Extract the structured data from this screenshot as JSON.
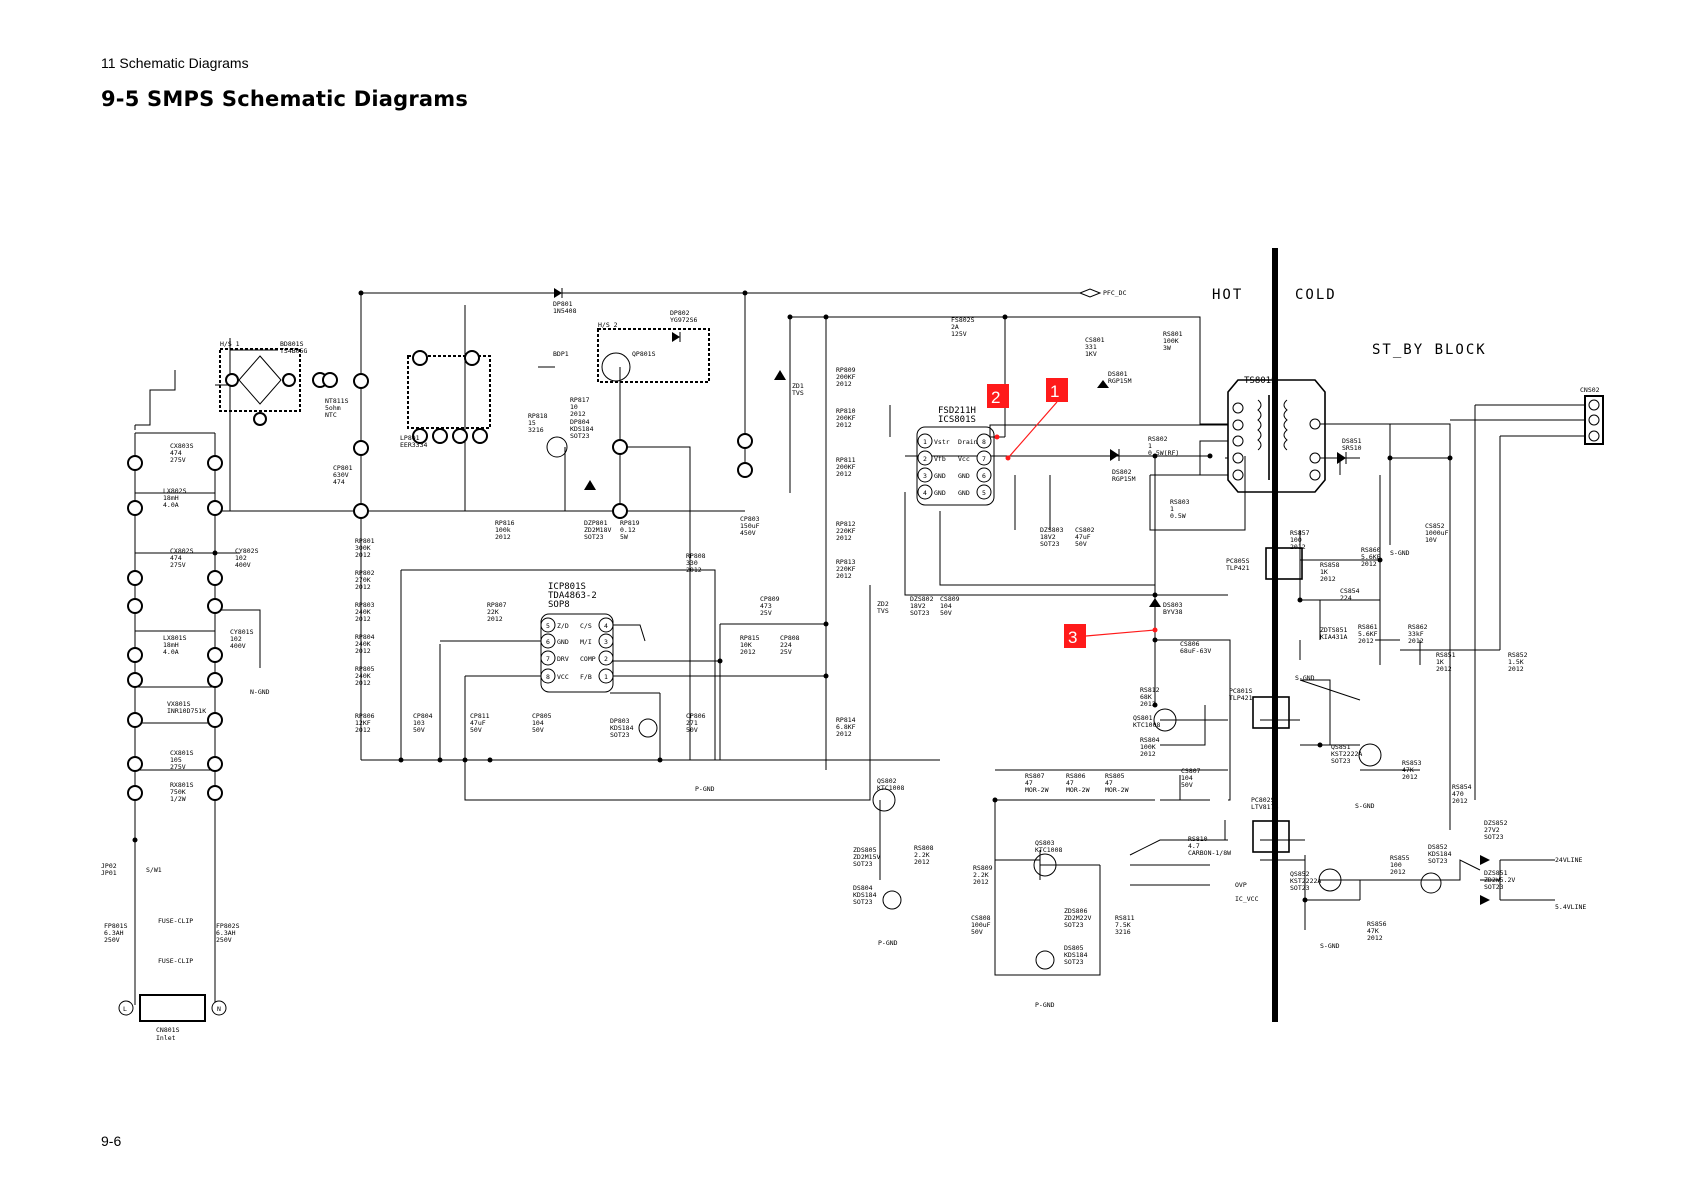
{
  "header": {
    "section": "11 Schematic Diagrams",
    "title": "9-5 SMPS Schematic Diagrams"
  },
  "footer": {
    "page": "9-6"
  },
  "blocks": {
    "hot": "HOT",
    "cold": "COLD",
    "standby": "ST_BY BLOCK"
  },
  "markers": [
    "1",
    "2",
    "3"
  ],
  "colors": {
    "marker": "#ff1a1a",
    "ink": "#000000"
  },
  "ics": {
    "pwm": {
      "part": "FSD211H",
      "ref": "ICS801S",
      "pins": [
        {
          "n": "1",
          "name": "Vstr"
        },
        {
          "n": "2",
          "name": "Vfb"
        },
        {
          "n": "3",
          "name": "GND"
        },
        {
          "n": "4",
          "name": "GND"
        },
        {
          "n": "8",
          "name": "Drain"
        },
        {
          "n": "7",
          "name": "Vcc"
        },
        {
          "n": "6",
          "name": "GND"
        },
        {
          "n": "5",
          "name": "GND"
        }
      ]
    },
    "pfc": {
      "ref": "ICP801S",
      "part": "TDA4863-2",
      "pkg": "SOP8",
      "pins": [
        {
          "n": "5",
          "name": "Z/D"
        },
        {
          "n": "6",
          "name": "GND"
        },
        {
          "n": "7",
          "name": "DRV"
        },
        {
          "n": "8",
          "name": "VCC"
        },
        {
          "n": "4",
          "name": "C/S"
        },
        {
          "n": "3",
          "name": "M/I"
        },
        {
          "n": "2",
          "name": "COMP"
        },
        {
          "n": "1",
          "name": "F/B"
        }
      ]
    }
  },
  "transformer": {
    "ref": "TS801S"
  },
  "connector_out": {
    "ref": "CNS02"
  },
  "nets": {
    "pfc_dc": "PFC_DC",
    "ovp": "OVP",
    "ic_vcc": "IC_VCC",
    "v24": "24VLINE",
    "v5": "5.4VLINE",
    "pgnd": "P-GND",
    "sgnd": "S-GND",
    "ngnd": "N-GND"
  },
  "inlet": {
    "ref": "CN801S",
    "name": "Inlet",
    "l": "L",
    "n": "N"
  },
  "components": [
    {
      "id": "bd801",
      "lines": [
        "BD801S",
        "TS4B05G"
      ]
    },
    {
      "id": "hs1",
      "lines": [
        "H/S 1"
      ]
    },
    {
      "id": "hs2",
      "lines": [
        "H/S 2"
      ]
    },
    {
      "id": "nt811",
      "lines": [
        "NT811S",
        "5ohm",
        "NTC"
      ]
    },
    {
      "id": "cx803",
      "lines": [
        "CX803S",
        "474",
        "275V"
      ]
    },
    {
      "id": "lx802",
      "lines": [
        "LX802S",
        "18mH",
        "4.0A"
      ]
    },
    {
      "id": "cx802",
      "lines": [
        "CX802S",
        "474",
        "275V"
      ]
    },
    {
      "id": "cy802",
      "lines": [
        "CY802S",
        "102",
        "400V"
      ]
    },
    {
      "id": "cy801",
      "lines": [
        "CY801S",
        "102",
        "400V"
      ]
    },
    {
      "id": "lx801",
      "lines": [
        "LX801S",
        "18mH",
        "4.0A"
      ]
    },
    {
      "id": "vx801",
      "lines": [
        "VX801S",
        "INR10D751K"
      ]
    },
    {
      "id": "cx801",
      "lines": [
        "CX801S",
        "105",
        "275V"
      ]
    },
    {
      "id": "rx801",
      "lines": [
        "RX801S",
        "750K",
        "1/2W"
      ]
    },
    {
      "id": "fp801",
      "lines": [
        "FP801S",
        "6.3AH",
        "250V"
      ]
    },
    {
      "id": "fp802",
      "lines": [
        "FP802S",
        "6.3AH",
        "250V"
      ]
    },
    {
      "id": "fuseclip1",
      "lines": [
        "FUSE-CLIP"
      ]
    },
    {
      "id": "fuseclip2",
      "lines": [
        "FUSE-CLIP"
      ]
    },
    {
      "id": "sw",
      "lines": [
        "S/W1"
      ]
    },
    {
      "id": "jp",
      "lines": [
        "JP02",
        "JP01"
      ]
    },
    {
      "id": "dp801",
      "lines": [
        "DP801",
        "1N5408"
      ]
    },
    {
      "id": "dp802",
      "lines": [
        "DP802",
        "YG972S6"
      ]
    },
    {
      "id": "qp801",
      "lines": [
        "QP801S"
      ]
    },
    {
      "id": "bdp1",
      "lines": [
        "BDP1"
      ]
    },
    {
      "id": "lp801",
      "lines": [
        "LP801",
        "EER3334"
      ]
    },
    {
      "id": "cp801",
      "lines": [
        "CP801",
        "630V",
        "474"
      ]
    },
    {
      "id": "rp817",
      "lines": [
        "RP817",
        "10",
        "2012"
      ]
    },
    {
      "id": "dp804",
      "lines": [
        "DP804",
        "KDS184",
        "SOT23"
      ]
    },
    {
      "id": "rp818",
      "lines": [
        "RP818",
        "15",
        "3216"
      ]
    },
    {
      "id": "rp816",
      "lines": [
        "RP816",
        "100k",
        "2012"
      ]
    },
    {
      "id": "dzp801",
      "lines": [
        "DZP801",
        "ZD2M18V",
        "SOT23"
      ]
    },
    {
      "id": "rp819",
      "lines": [
        "RP819",
        "0.12",
        "5W"
      ]
    },
    {
      "id": "cp803",
      "lines": [
        "CP803",
        "150uF",
        "450V"
      ]
    },
    {
      "id": "rp801",
      "lines": [
        "RP801",
        "300K",
        "2012"
      ]
    },
    {
      "id": "rp802",
      "lines": [
        "RP802",
        "270K",
        "2012"
      ]
    },
    {
      "id": "rp803",
      "lines": [
        "RP803",
        "240K",
        "2012"
      ]
    },
    {
      "id": "rp804",
      "lines": [
        "RP804",
        "240K",
        "2012"
      ]
    },
    {
      "id": "rp805",
      "lines": [
        "RP805",
        "240K",
        "2012"
      ]
    },
    {
      "id": "rp806",
      "lines": [
        "RP806",
        "12KF",
        "2012"
      ]
    },
    {
      "id": "cp804",
      "lines": [
        "CP804",
        "103",
        "50V"
      ]
    },
    {
      "id": "cp811",
      "lines": [
        "CP811",
        "47uF",
        "50V"
      ]
    },
    {
      "id": "cp805",
      "lines": [
        "CP805",
        "104",
        "50V"
      ]
    },
    {
      "id": "rp807",
      "lines": [
        "RP807",
        "22K",
        "2012"
      ]
    },
    {
      "id": "rp808",
      "lines": [
        "RP808",
        "330",
        "2012"
      ]
    },
    {
      "id": "dp803",
      "lines": [
        "DP803",
        "KDS184",
        "SOT23"
      ]
    },
    {
      "id": "cp806",
      "lines": [
        "CP806",
        "271",
        "50V"
      ]
    },
    {
      "id": "cp809",
      "lines": [
        "CP809",
        "473",
        "25V"
      ]
    },
    {
      "id": "rp815",
      "lines": [
        "RP815",
        "10K",
        "2012"
      ]
    },
    {
      "id": "cp808",
      "lines": [
        "CP808",
        "224",
        "25V"
      ]
    },
    {
      "id": "zd1",
      "lines": [
        "ZD1",
        "TVS"
      ]
    },
    {
      "id": "zd2",
      "lines": [
        "ZD2",
        "TVS"
      ]
    },
    {
      "id": "rp809",
      "lines": [
        "RP809",
        "200KF",
        "2012"
      ]
    },
    {
      "id": "rp810",
      "lines": [
        "RP810",
        "200KF",
        "2012"
      ]
    },
    {
      "id": "rp811",
      "lines": [
        "RP811",
        "200KF",
        "2012"
      ]
    },
    {
      "id": "rp812",
      "lines": [
        "RP812",
        "220KF",
        "2012"
      ]
    },
    {
      "id": "rp813",
      "lines": [
        "RP813",
        "220KF",
        "2012"
      ]
    },
    {
      "id": "rp814",
      "lines": [
        "RP814",
        "6.8KF",
        "2012"
      ]
    },
    {
      "id": "fs802",
      "lines": [
        "FS802S",
        "2A",
        "125V"
      ]
    },
    {
      "id": "cs801",
      "lines": [
        "CS801",
        "331",
        "1KV"
      ]
    },
    {
      "id": "rs801",
      "lines": [
        "RS801",
        "100K",
        "3W"
      ]
    },
    {
      "id": "ds801",
      "lines": [
        "DS801",
        "RGP15M"
      ]
    },
    {
      "id": "rs802",
      "lines": [
        "RS802",
        "1",
        "0.5W(RF)"
      ]
    },
    {
      "id": "ds802",
      "lines": [
        "DS802",
        "RGP15M"
      ]
    },
    {
      "id": "dzs803",
      "lines": [
        "DZS803",
        "18V2",
        "SOT23"
      ]
    },
    {
      "id": "cs802",
      "lines": [
        "CS802",
        "47uF",
        "50V"
      ]
    },
    {
      "id": "rs803",
      "lines": [
        "RS803",
        "1",
        "0.5W"
      ]
    },
    {
      "id": "dzs802",
      "lines": [
        "DZS802",
        "18V2",
        "SOT23"
      ]
    },
    {
      "id": "cs809",
      "lines": [
        "CS809",
        "104",
        "50V"
      ]
    },
    {
      "id": "ds803",
      "lines": [
        "DS803",
        "BYV38"
      ]
    },
    {
      "id": "cs806",
      "lines": [
        "CS806",
        "68uF-63V"
      ]
    },
    {
      "id": "rs812",
      "lines": [
        "RS812",
        "68K",
        "2012"
      ]
    },
    {
      "id": "qs801",
      "lines": [
        "QS801",
        "KTC1008"
      ]
    },
    {
      "id": "rs804",
      "lines": [
        "RS804",
        "100K",
        "2012"
      ]
    },
    {
      "id": "cs807",
      "lines": [
        "CS807",
        "104",
        "50V"
      ]
    },
    {
      "id": "pc801s",
      "lines": [
        "PC801S",
        "TLP421"
      ]
    },
    {
      "id": "rs807",
      "lines": [
        "RS807",
        "47",
        "MOR-2W"
      ]
    },
    {
      "id": "rs806",
      "lines": [
        "RS806",
        "47",
        "MOR-2W"
      ]
    },
    {
      "id": "rs805",
      "lines": [
        "RS805",
        "47",
        "MOR-2W"
      ]
    },
    {
      "id": "qs802",
      "lines": [
        "QS802",
        "KTC1008"
      ]
    },
    {
      "id": "zds805",
      "lines": [
        "ZDS805",
        "ZD2M15V",
        "SOT23"
      ]
    },
    {
      "id": "rs808",
      "lines": [
        "RS808",
        "2.2K",
        "2012"
      ]
    },
    {
      "id": "ds804",
      "lines": [
        "DS804",
        "KDS184",
        "SOT23"
      ]
    },
    {
      "id": "rs809",
      "lines": [
        "RS809",
        "2.2K",
        "2012"
      ]
    },
    {
      "id": "qs803",
      "lines": [
        "QS803",
        "KTC1008"
      ]
    },
    {
      "id": "zds806",
      "lines": [
        "ZDS806",
        "ZD2M22V",
        "SOT23"
      ]
    },
    {
      "id": "cs808",
      "lines": [
        "CS808",
        "100uF",
        "50V"
      ]
    },
    {
      "id": "ds805",
      "lines": [
        "DS805",
        "KDS184",
        "SOT23"
      ]
    },
    {
      "id": "rs811",
      "lines": [
        "RS811",
        "7.5K",
        "3216"
      ]
    },
    {
      "id": "rs810",
      "lines": [
        "RS810",
        "4.7",
        "CARBON-1/8W"
      ]
    },
    {
      "id": "pc802s",
      "lines": [
        "PC802S",
        "LTV817B"
      ]
    },
    {
      "id": "pc805s",
      "lines": [
        "PC805S",
        "TLP421"
      ]
    },
    {
      "id": "rs857",
      "lines": [
        "RS857",
        "100",
        "2012"
      ]
    },
    {
      "id": "ds851",
      "lines": [
        "DS851",
        "SR510"
      ]
    },
    {
      "id": "cs852",
      "lines": [
        "CS852",
        "1000uF",
        "10V"
      ]
    },
    {
      "id": "rs858",
      "lines": [
        "RS858",
        "1K",
        "2012"
      ]
    },
    {
      "id": "rs860",
      "lines": [
        "RS860",
        "5.6KF",
        "2012"
      ]
    },
    {
      "id": "cs854",
      "lines": [
        "CS854",
        "224"
      ]
    },
    {
      "id": "zdts851",
      "lines": [
        "ZDTS851",
        "KIA431A"
      ]
    },
    {
      "id": "rs861",
      "lines": [
        "RS861",
        "5.6KF",
        "2012"
      ]
    },
    {
      "id": "rs862",
      "lines": [
        "RS862",
        "33kF",
        "2012"
      ]
    },
    {
      "id": "rs851",
      "lines": [
        "RS851",
        "1K",
        "2012"
      ]
    },
    {
      "id": "rs852",
      "lines": [
        "RS852",
        "1.5K",
        "2012"
      ]
    },
    {
      "id": "qs851",
      "lines": [
        "QS851",
        "KST2222A",
        "SOT23"
      ]
    },
    {
      "id": "rs853",
      "lines": [
        "RS853",
        "47K",
        "2012"
      ]
    },
    {
      "id": "rs854",
      "lines": [
        "RS854",
        "470",
        "2012"
      ]
    },
    {
      "id": "qs852",
      "lines": [
        "QS852",
        "KST2222A",
        "SOT23"
      ]
    },
    {
      "id": "rs855",
      "lines": [
        "RS855",
        "100",
        "2012"
      ]
    },
    {
      "id": "rs856",
      "lines": [
        "RS856",
        "47K",
        "2012"
      ]
    },
    {
      "id": "ds852",
      "lines": [
        "DS852",
        "KDS184",
        "SOT23"
      ]
    },
    {
      "id": "dzs852",
      "lines": [
        "DZS852",
        "27V2",
        "SOT23"
      ]
    },
    {
      "id": "dzs851",
      "lines": [
        "DZS851",
        "ZD2W5.2V",
        "SOT23"
      ]
    }
  ]
}
